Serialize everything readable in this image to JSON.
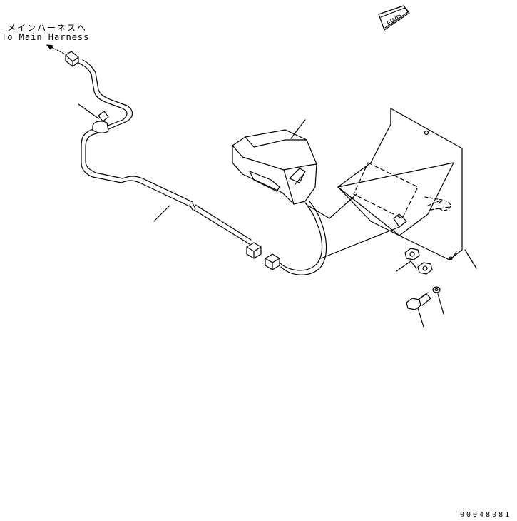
{
  "labels": {
    "harness_jp": "メインハーネスへ",
    "harness_en": "To Main Harness",
    "fwd": "FWD",
    "drawing_code": "00048081"
  },
  "colors": {
    "line": "#000000",
    "background": "#ffffff"
  }
}
